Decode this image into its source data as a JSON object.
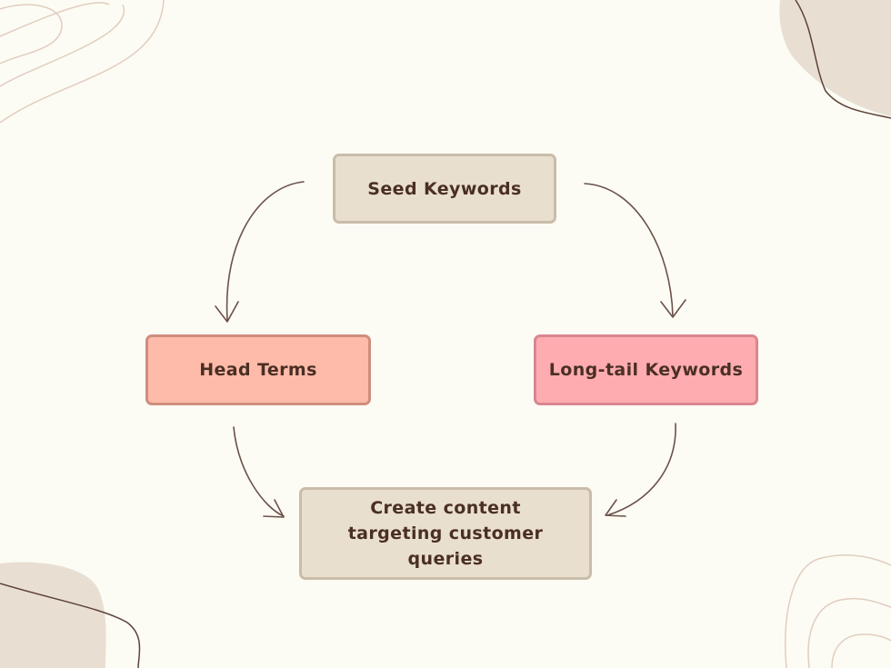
{
  "diagram": {
    "nodes": {
      "seed": "Seed Keywords",
      "head": "Head Terms",
      "longtail": "Long-tail Keywords",
      "content": "Create content targeting customer queries"
    },
    "edges": [
      {
        "from": "seed",
        "to": "head"
      },
      {
        "from": "seed",
        "to": "longtail"
      },
      {
        "from": "head",
        "to": "content"
      },
      {
        "from": "longtail",
        "to": "content"
      }
    ]
  },
  "colors": {
    "background": "#fcfcf4",
    "beige_box": "#e9dfcf",
    "salmon_box": "#ffbbaa",
    "pink_box": "#ffacb0",
    "text": "#4a2f24",
    "arrow": "#6b5149",
    "blob": "#e8dfd2",
    "line": "#e2cdbf"
  }
}
